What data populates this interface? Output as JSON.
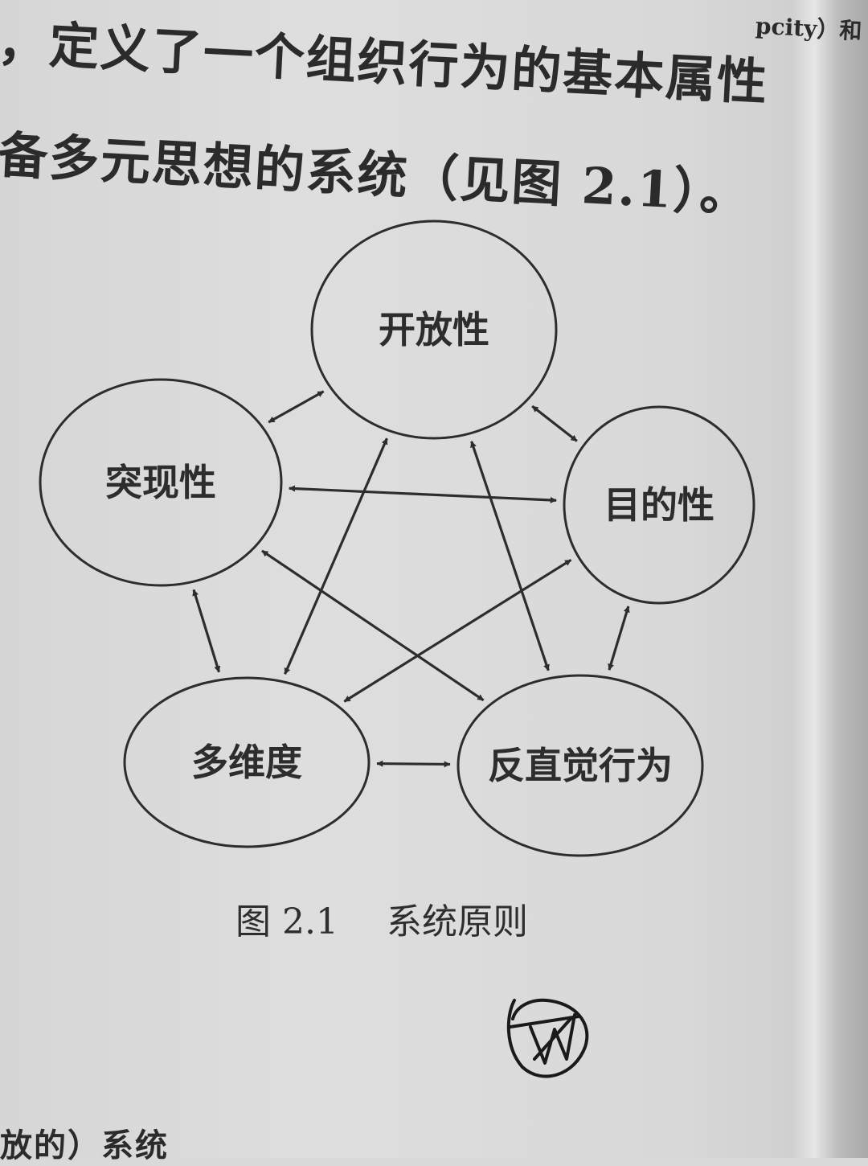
{
  "text": {
    "line1": "，定义了一个组织行为的基本属性",
    "line1_tail": "pcity）和",
    "line2": "定义了一个组织行为的基本属性",
    "line3": "备多元思想的系统（见图 2.1）。",
    "bottom": "放的）系统"
  },
  "diagram": {
    "nodes": {
      "openness": "开放性",
      "emergence": "突现性",
      "purposefulness": "目的性",
      "multidimensionality": "多维度",
      "counterintuitive": "反直觉行为"
    },
    "edges": [
      [
        "openness",
        "emergence"
      ],
      [
        "openness",
        "purposefulness"
      ],
      [
        "openness",
        "multidimensionality"
      ],
      [
        "openness",
        "counterintuitive"
      ],
      [
        "emergence",
        "purposefulness"
      ],
      [
        "emergence",
        "multidimensionality"
      ],
      [
        "emergence",
        "counterintuitive"
      ],
      [
        "purposefulness",
        "multidimensionality"
      ],
      [
        "purposefulness",
        "counterintuitive"
      ],
      [
        "multidimensionality",
        "counterintuitive"
      ]
    ]
  },
  "caption": {
    "figure_number": "图 2.1",
    "title": "系统原则"
  },
  "colors": {
    "ink": "#2d2d2d",
    "paper": "#dcdcdc"
  }
}
